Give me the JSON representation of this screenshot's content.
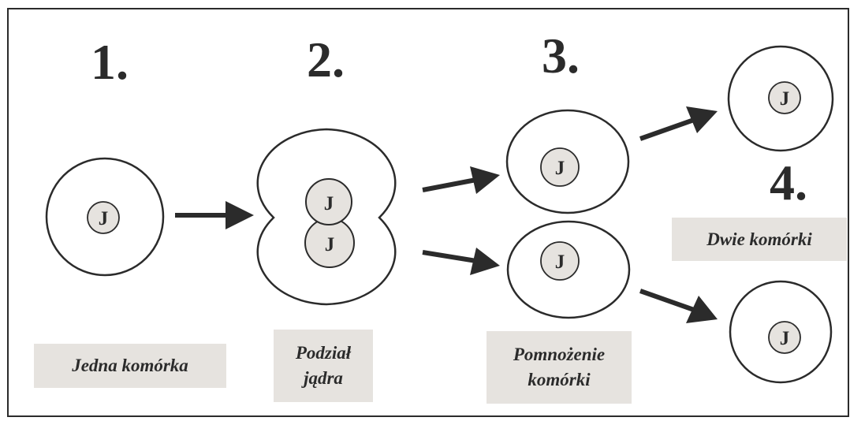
{
  "steps": {
    "s1": "1.",
    "s2": "2.",
    "s3": "3.",
    "s4": "4."
  },
  "nucleus_letter": "J",
  "labels": {
    "jedna": "Jedna komórka",
    "podzial_line1": "Podział",
    "podzial_line2": "jądra",
    "pomnozenie_line1": "Pomnożenie",
    "pomnozenie_line2": "komórki",
    "dwie": "Dwie komórki"
  },
  "colors": {
    "nucleus_fill": "#e6e3df",
    "label_bg": "#e6e3df",
    "stroke": "#2b2b2b"
  }
}
